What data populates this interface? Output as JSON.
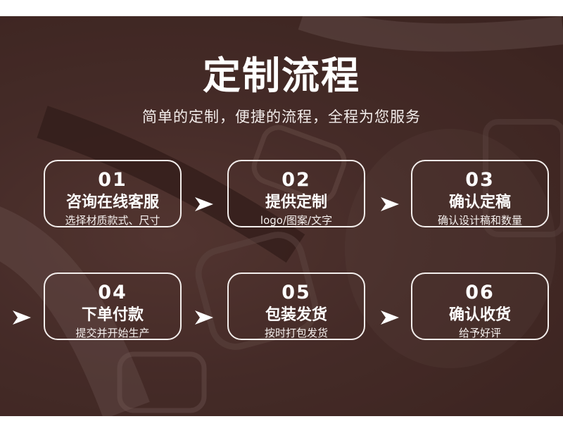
{
  "header": {
    "title": "定制流程",
    "subtitle": "简单的定制，便捷的流程，全程为您服务"
  },
  "steps": [
    {
      "number": "01",
      "title": "咨询在线客服",
      "desc": "选择材质款式、尺寸"
    },
    {
      "number": "02",
      "title": "提供定制",
      "desc": "logo/图案/文字"
    },
    {
      "number": "03",
      "title": "确认定稿",
      "desc": "确认设计稿和数量"
    },
    {
      "number": "04",
      "title": "下单付款",
      "desc": "提交并开始生产"
    },
    {
      "number": "05",
      "title": "包装发货",
      "desc": "按时打包发货"
    },
    {
      "number": "06",
      "title": "确认收货",
      "desc": "给予好评"
    }
  ],
  "colors": {
    "background": "#4a302c",
    "text": "#ffffff",
    "border": "#f3eeec"
  },
  "icons": [
    "arrow-right-icon"
  ]
}
